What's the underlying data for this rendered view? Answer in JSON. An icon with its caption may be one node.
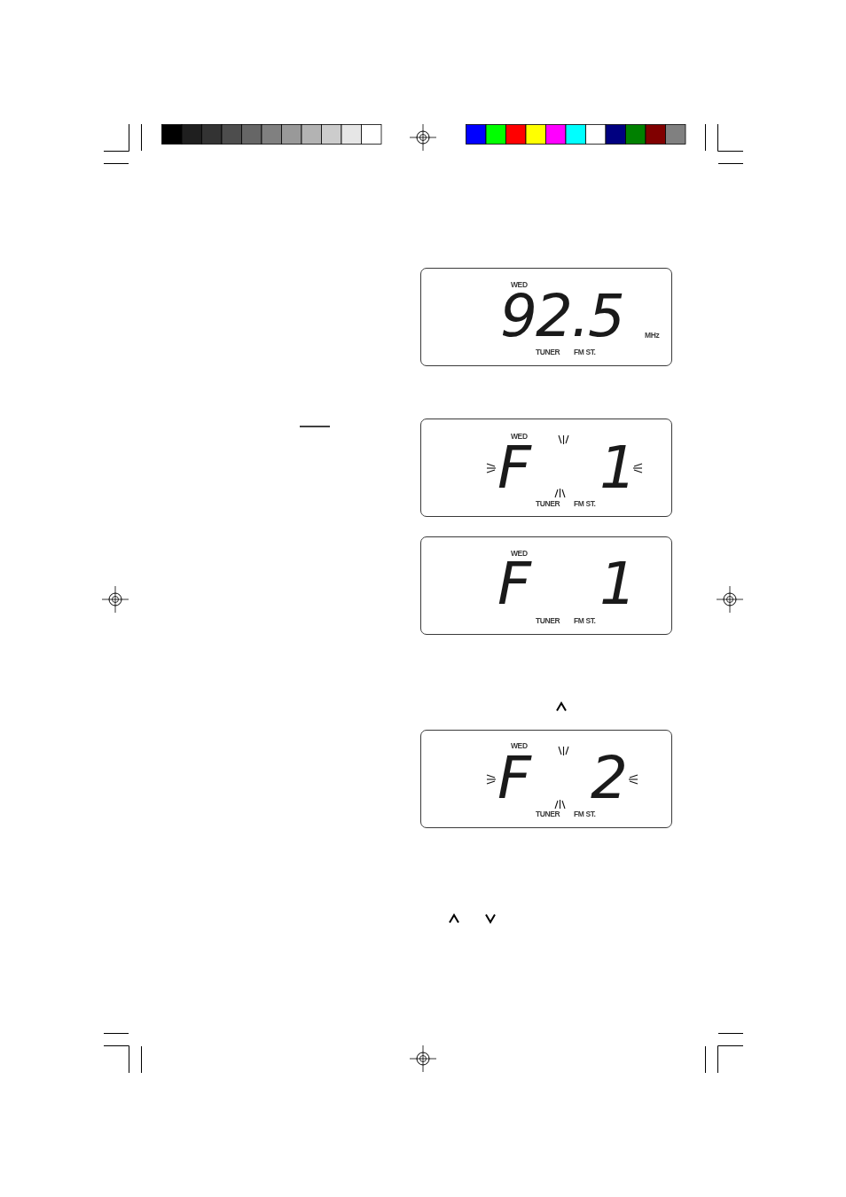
{
  "diagram": {
    "nodes": [
      {
        "text": [
          "WED",
          "92.5",
          "MHz",
          "TUNER",
          "FM ST."
        ]
      },
      {
        "text": [
          "WED",
          "F",
          "1",
          "TUNER",
          "FM ST."
        ]
      },
      {
        "text": [
          "WED",
          "F",
          "1",
          "TUNER",
          "FM ST."
        ]
      },
      {
        "text": [
          "WED",
          "F",
          "2",
          "TUNER",
          "FM ST."
        ]
      }
    ]
  }
}
